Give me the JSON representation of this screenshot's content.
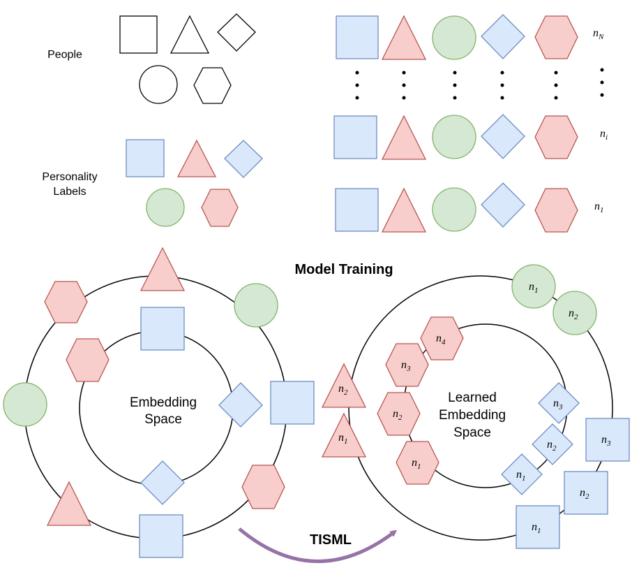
{
  "colors": {
    "blue_fill": "#dae8fc",
    "blue_stroke": "#6c8ebf",
    "red_fill": "#f8cecc",
    "red_stroke": "#b85450",
    "green_fill": "#d5e8d4",
    "green_stroke": "#82b366",
    "arrow": "#9673a6",
    "outline": "#000000"
  },
  "labels": {
    "people": "People",
    "personality_line1": "Personality",
    "personality_line2": "Labels",
    "model_training": "Model Training",
    "embedding_line1": "Embedding",
    "embedding_line2": "Space",
    "learned_line1": "Learned",
    "learned_line2": "Embedding",
    "learned_line3": "Space",
    "tisml": "TISML"
  },
  "rows": {
    "nN": {
      "base": "n",
      "sub": "N"
    },
    "ni": {
      "base": "n",
      "sub": "i"
    },
    "n1": {
      "base": "n",
      "sub": "1"
    }
  },
  "learned": {
    "circle_n1": "1",
    "circle_n2": "2",
    "tri_n2": "2",
    "tri_n1": "1",
    "hex_n4": "4",
    "hex_n3": "3",
    "hex_n2": "2",
    "hex_n1": "1",
    "dia_n3": "3",
    "dia_n2": "2",
    "dia_n1": "1",
    "sq_n3": "3",
    "sq_n2": "2",
    "sq_n1": "1",
    "base": "n"
  }
}
